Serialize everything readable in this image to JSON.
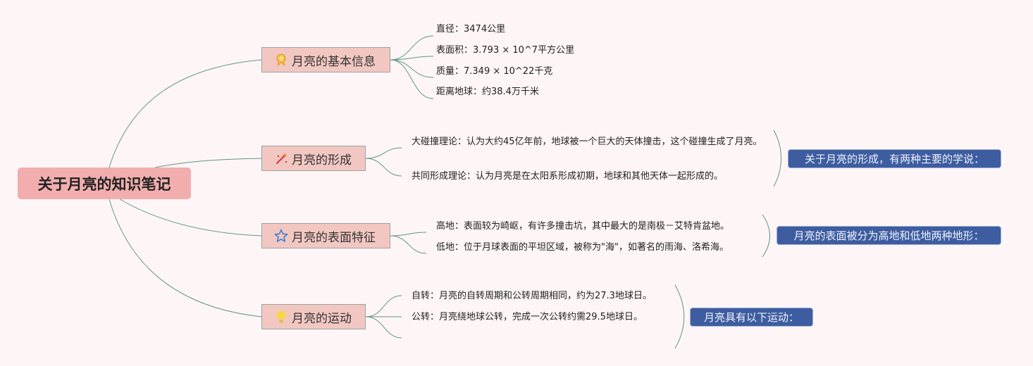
{
  "root": {
    "title": "关于月亮的知识笔记"
  },
  "branches": [
    {
      "label": "月亮的基本信息",
      "icon": "medal-icon",
      "items": [
        "直径：3474公里",
        "表面积：3.793 × 10^7平方公里",
        "质量：7.349 × 10^22千克",
        "距离地球：约38.4万千米"
      ]
    },
    {
      "label": "月亮的形成",
      "icon": "sparkle-wand-icon",
      "summary": "关于月亮的形成，有两种主要的学说：",
      "items": [
        "大碰撞理论：认为大约45亿年前，地球被一个巨大的天体撞击，这个碰撞生成了月亮。",
        "共同形成理论：认为月亮是在太阳系形成初期，地球和其他天体一起形成的。"
      ]
    },
    {
      "label": "月亮的表面特征",
      "icon": "star-outline-icon",
      "summary": "月亮的表面被分为高地和低地两种地形：",
      "items": [
        "高地：表面较为崎岖，有许多撞击坑，其中最大的是南极－艾特肯盆地。",
        "低地：位于月球表面的平坦区域，被称为\"海\"，如著名的雨海、洛希海。"
      ]
    },
    {
      "label": "月亮的运动",
      "icon": "lightbulb-icon",
      "summary": "月亮具有以下运动：",
      "items": [
        "自转：月亮的自转周期和公转周期相同，约为27.3地球日。",
        "公转：月亮绕地球公转，完成一次公转约需29.5地球日。"
      ]
    }
  ],
  "colors": {
    "background": "#fdf5f6",
    "root_fill": "#f2aeae",
    "branch_fill": "#f2c7c2",
    "line": "#5f9687",
    "summary_fill": "#3e5da0"
  }
}
